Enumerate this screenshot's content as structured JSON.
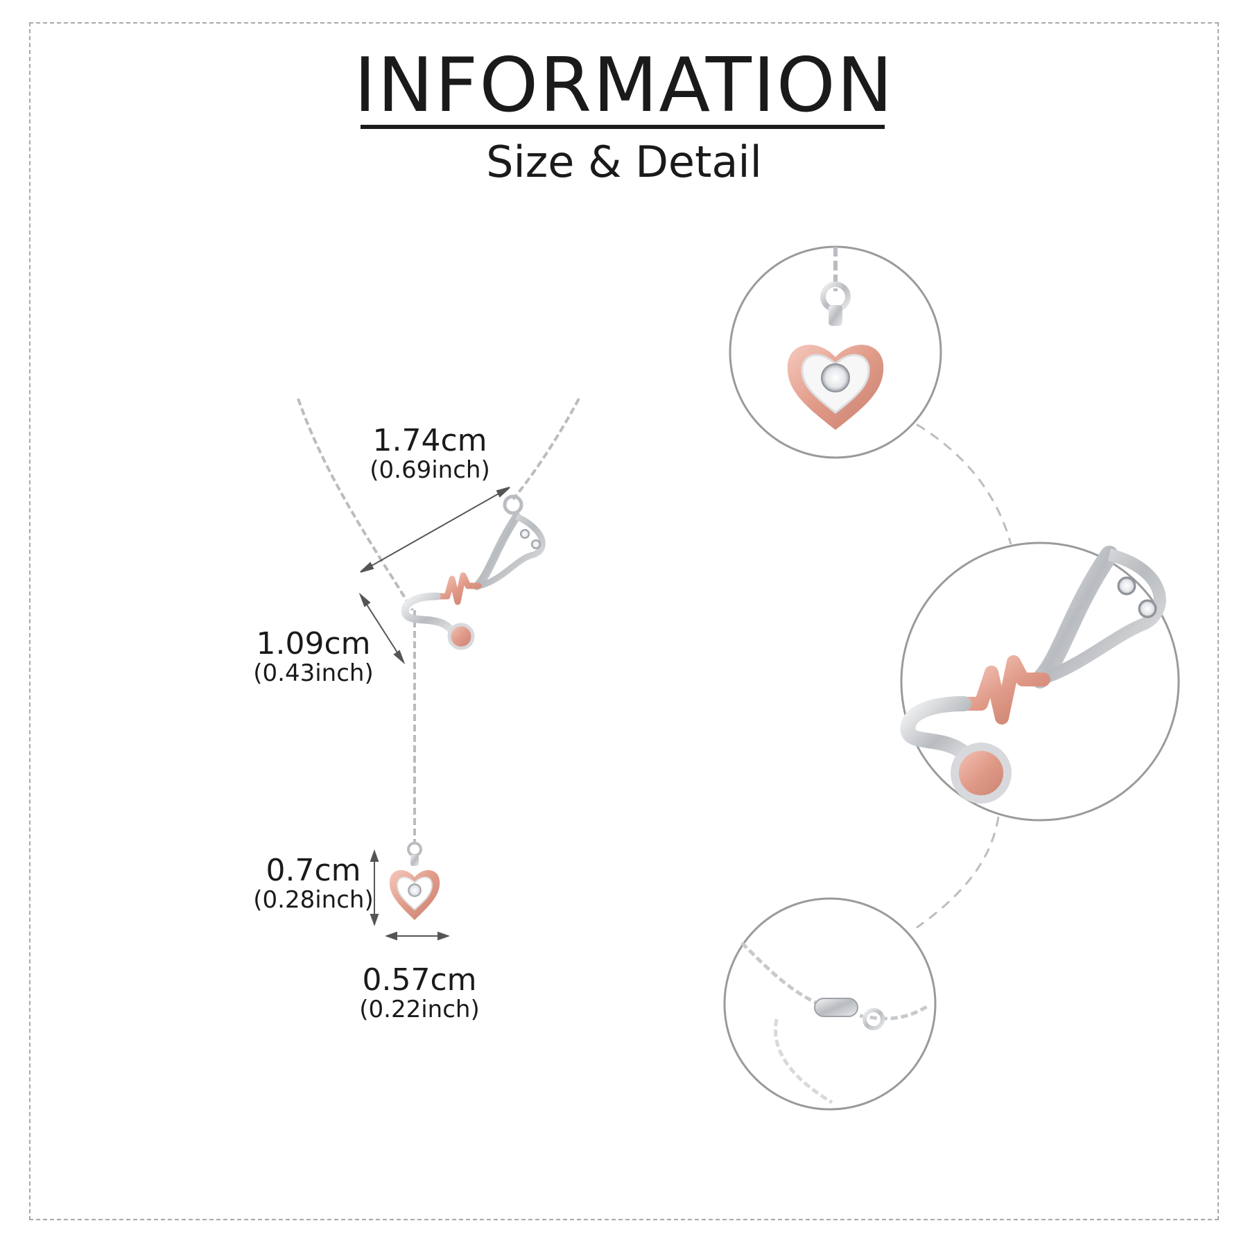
{
  "header": {
    "title": "INFORMATION",
    "subtitle": "Size & Detail"
  },
  "dimensions": {
    "chain_width": {
      "cm": "1.74cm",
      "inch": "(0.69inch)"
    },
    "stethoscope_height": {
      "cm": "1.09cm",
      "inch": "(0.43inch)"
    },
    "heart_height": {
      "cm": "0.7cm",
      "inch": "(0.28inch)"
    },
    "heart_width": {
      "cm": "0.57cm",
      "inch": "(0.22inch)"
    }
  },
  "colors": {
    "rose_gold": "#e6a292",
    "silver": "#c7c9cc",
    "text": "#1a1a1a"
  }
}
